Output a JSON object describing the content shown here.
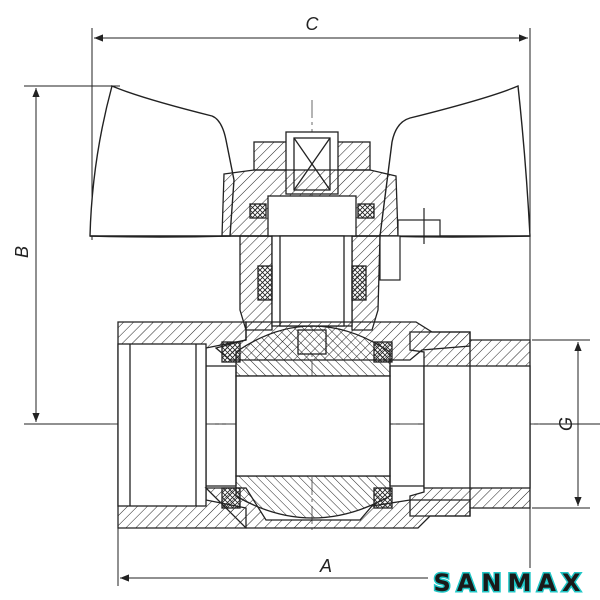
{
  "dimensions": {
    "a": "A",
    "b": "B",
    "c": "C",
    "g": "G"
  },
  "brand": {
    "name": "SANMAX",
    "accent": "#1fc6c6",
    "text_color": "#1a1a1a"
  },
  "colors": {
    "line": "#222222",
    "handle_fill": "#ffffff",
    "background": "#ffffff"
  }
}
